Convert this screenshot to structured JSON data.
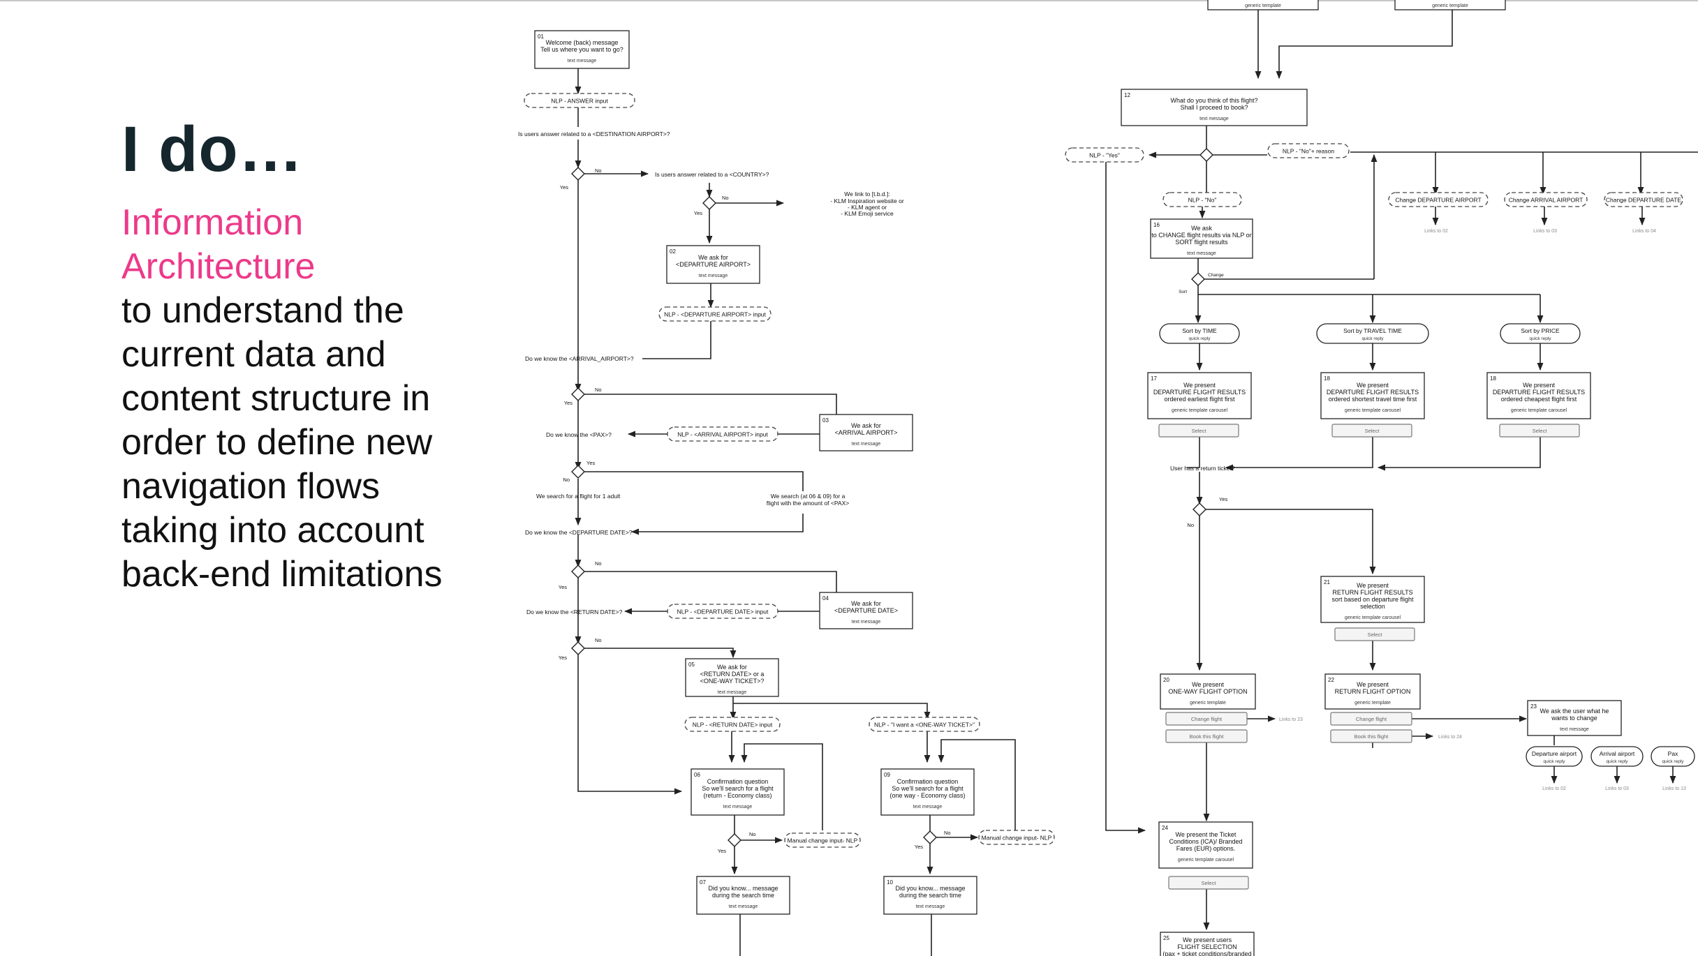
{
  "slide": {
    "heading": "I do…",
    "subtitle_lines": [
      "Information",
      "Architecture"
    ],
    "body_lines": [
      "to understand the",
      "current data and",
      "content structure in",
      "order to define new",
      "navigation flows",
      "taking into account",
      "back-end limitations"
    ]
  },
  "colors": {
    "heading": "#15262d",
    "accent": "#ec3a8a",
    "body": "#111111",
    "stroke": "#222222"
  },
  "boxes": [
    {
      "id": "top-a",
      "num": "",
      "lines": [],
      "sub": "generic template"
    },
    {
      "id": "top-b",
      "num": "",
      "lines": [],
      "sub": "generic template"
    },
    {
      "id": "b01",
      "num": "01",
      "lines": [
        "Welcome (back) message",
        "Tell us where you want to go?"
      ],
      "sub": "text message"
    },
    {
      "id": "b02",
      "num": "02",
      "lines": [
        "We ask for",
        "<DEPARTURE AIRPORT>"
      ],
      "sub": "text message"
    },
    {
      "id": "b03",
      "num": "03",
      "lines": [
        "We ask for",
        "<ARRIVAL AIRPORT>"
      ],
      "sub": "text message"
    },
    {
      "id": "b04",
      "num": "04",
      "lines": [
        "We ask for",
        "<DEPARTURE DATE>"
      ],
      "sub": "text message"
    },
    {
      "id": "b05",
      "num": "05",
      "lines": [
        "We ask for",
        "<RETURN DATE> or a",
        "<ONE-WAY TICKET>?"
      ],
      "sub": "text message"
    },
    {
      "id": "b06",
      "num": "06",
      "lines": [
        "Confirmation question",
        "So we'll search for a flight",
        "(return - Economy class)"
      ],
      "sub": "text message"
    },
    {
      "id": "b07",
      "num": "07",
      "lines": [
        "Did you know... message",
        "during the search time"
      ],
      "sub": "text message"
    },
    {
      "id": "b09",
      "num": "09",
      "lines": [
        "Confirmation question",
        "So we'll search for a flight",
        "(one way - Economy class)"
      ],
      "sub": "text message"
    },
    {
      "id": "b10",
      "num": "10",
      "lines": [
        "Did you know... message",
        "during the search time"
      ],
      "sub": "text message"
    },
    {
      "id": "b12",
      "num": "12",
      "lines": [
        "What do you think of this flight?",
        "Shall I proceed to book?"
      ],
      "sub": "text message"
    },
    {
      "id": "b16",
      "num": "16",
      "lines": [
        "We ask",
        "to CHANGE flight results via NLP or",
        "SORT flight results"
      ],
      "sub": "text message"
    },
    {
      "id": "b17",
      "num": "17",
      "lines": [
        "We present",
        "DEPARTURE FLIGHT RESULTS",
        "ordered earliest flight first"
      ],
      "sub": "generic template carousel"
    },
    {
      "id": "b18a",
      "num": "18",
      "lines": [
        "We present",
        "DEPARTURE FLIGHT RESULTS",
        "ordered shortest travel time first"
      ],
      "sub": "generic template carousel"
    },
    {
      "id": "b18b",
      "num": "18",
      "lines": [
        "We present",
        "DEPARTURE FLIGHT RESULTS",
        "ordered cheapest flight first"
      ],
      "sub": "generic template carousel"
    },
    {
      "id": "b21",
      "num": "21",
      "lines": [
        "We present",
        "RETURN FLIGHT RESULTS",
        "sort based on departure flight",
        "selection"
      ],
      "sub": "generic template carousel"
    },
    {
      "id": "b20",
      "num": "20",
      "lines": [
        "We present",
        "ONE-WAY FLIGHT OPTION"
      ],
      "sub": "generic template"
    },
    {
      "id": "b22",
      "num": "22",
      "lines": [
        "We present",
        "RETURN FLIGHT OPTION"
      ],
      "sub": "generic template"
    },
    {
      "id": "b23",
      "num": "23",
      "lines": [
        "We ask the user what he",
        "wants to change"
      ],
      "sub": "text message"
    },
    {
      "id": "b24",
      "num": "24",
      "lines": [
        "We present the Ticket",
        "Conditions (ICA)/ Branded",
        "Fares (EUR) options."
      ],
      "sub": "generic template carousel"
    },
    {
      "id": "b25",
      "num": "25",
      "lines": [
        "We present users",
        "FLIGHT SELECTION",
        "(pax + ticket conditions/branded"
      ],
      "sub": ""
    }
  ],
  "pills": [
    {
      "id": "p1",
      "text": "NLP - ANSWER input"
    },
    {
      "id": "p2",
      "text": "NLP - <DEPARTURE AIRPORT> input"
    },
    {
      "id": "p3",
      "text": "NLP - <ARRIVAL AIRPORT> input"
    },
    {
      "id": "p4",
      "text": "NLP - <DEPARTURE DATE> input"
    },
    {
      "id": "p5",
      "text": "NLP - <RETURN DATE> input"
    },
    {
      "id": "p6",
      "text": "NLP - \"I want a <ONE-WAY TICKET>\""
    },
    {
      "id": "p7",
      "text": "Manual change input- NLP"
    },
    {
      "id": "p8",
      "text": "Manual change input- NLP"
    },
    {
      "id": "p9",
      "text": "NLP - \"Yes\""
    },
    {
      "id": "p10",
      "text": "NLP - \"No\"+ reason"
    },
    {
      "id": "p11",
      "text": "NLP - \"No\""
    },
    {
      "id": "p12",
      "text": "Change  DEPARTURE AIRPORT"
    },
    {
      "id": "p13",
      "text": "Change ARRIVAL AIRPORT"
    },
    {
      "id": "p14",
      "text": "Change DEPARTURE DATE"
    }
  ],
  "replies": [
    {
      "id": "r1",
      "text": "Sort by TIME",
      "sub": "quick reply"
    },
    {
      "id": "r2",
      "text": "Sort by TRAVEL TIME",
      "sub": "quick reply"
    },
    {
      "id": "r3",
      "text": "Sort by PRICE",
      "sub": "quick reply"
    },
    {
      "id": "r4",
      "text": "Departure airport",
      "sub": "quick reply"
    },
    {
      "id": "r5",
      "text": "Arrival airport",
      "sub": "quick reply"
    },
    {
      "id": "r6",
      "text": "Pax",
      "sub": "quick reply"
    }
  ],
  "buttons": [
    {
      "id": "s1",
      "text": "Select"
    },
    {
      "id": "s2",
      "text": "Select"
    },
    {
      "id": "s3",
      "text": "Select"
    },
    {
      "id": "s4",
      "text": "Select"
    },
    {
      "id": "s5",
      "text": "Select"
    },
    {
      "id": "cf1",
      "text": "Change flight"
    },
    {
      "id": "bf1",
      "text": "Book this flight"
    },
    {
      "id": "cf2",
      "text": "Change flight"
    },
    {
      "id": "bf2",
      "text": "Book this flight"
    }
  ],
  "labels": [
    {
      "id": "l1",
      "text": "Is users answer related to a <DESTINATION AIRPORT>?"
    },
    {
      "id": "l2",
      "text": "Is users answer related to a <COUNTRY>?"
    },
    {
      "id": "l3",
      "text": "We link to [t.b.d.]:"
    },
    {
      "id": "l4",
      "text": "- KLM Inspiration website or"
    },
    {
      "id": "l5",
      "text": "- KLM agent or"
    },
    {
      "id": "l6",
      "text": "- KLM Emoji service"
    },
    {
      "id": "l7",
      "text": "Do we know the <ARRIVAL_AIRPORT>?"
    },
    {
      "id": "l8",
      "text": "Do we know the <PAX>?"
    },
    {
      "id": "l9",
      "text": "We search for a flight for 1 adult"
    },
    {
      "id": "l10",
      "text": "We search (at 06 & 09) for a"
    },
    {
      "id": "l11",
      "text": "flight with the amount of <PAX>"
    },
    {
      "id": "l12",
      "text": "Do we know the <DEPARTURE DATE>?"
    },
    {
      "id": "l13",
      "text": "Do we know the <RETURN DATE>?"
    },
    {
      "id": "l14",
      "text": "User has a return ticket?"
    },
    {
      "id": "y1",
      "text": "Yes"
    },
    {
      "id": "n1",
      "text": "No"
    },
    {
      "id": "y2",
      "text": "Yes"
    },
    {
      "id": "n2",
      "text": "No"
    },
    {
      "id": "y3",
      "text": "Yes"
    },
    {
      "id": "n3",
      "text": "No"
    },
    {
      "id": "y4",
      "text": "Yes"
    },
    {
      "id": "n4",
      "text": "No"
    },
    {
      "id": "y5",
      "text": "Yes"
    },
    {
      "id": "n5",
      "text": "No"
    },
    {
      "id": "y6",
      "text": "Yes"
    },
    {
      "id": "n6",
      "text": "No"
    },
    {
      "id": "y7",
      "text": "Yes"
    },
    {
      "id": "n7",
      "text": "No"
    },
    {
      "id": "y8",
      "text": "Yes"
    },
    {
      "id": "n8",
      "text": "No"
    },
    {
      "id": "y9",
      "text": "Yes"
    },
    {
      "id": "n9",
      "text": "No"
    },
    {
      "id": "chg",
      "text": "Change"
    },
    {
      "id": "srt",
      "text": "Sort"
    },
    {
      "id": "lk1",
      "text": "Links to 02"
    },
    {
      "id": "lk2",
      "text": "Links to 03"
    },
    {
      "id": "lk3",
      "text": "Links to 04"
    },
    {
      "id": "lk4",
      "text": "Links to 23"
    },
    {
      "id": "lk5",
      "text": "Links to 24"
    },
    {
      "id": "lk6",
      "text": "Links to 02"
    },
    {
      "id": "lk7",
      "text": "Links to 03"
    },
    {
      "id": "lk8",
      "text": "Links to 13"
    }
  ]
}
